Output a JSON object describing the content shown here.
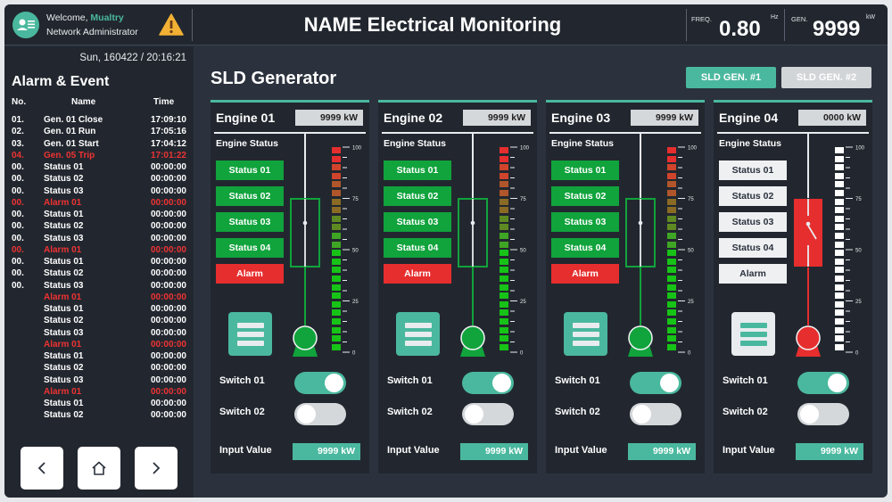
{
  "header": {
    "welcome_prefix": "Welcome,",
    "user_name": "Mualtry",
    "user_role": "Network Administrator",
    "title": "NAME Electrical Monitoring",
    "freq_label": "FREQ.",
    "freq_value": "0.80",
    "freq_unit": "Hz",
    "gen_label": "GEN.",
    "gen_value": "9999",
    "gen_unit": "kW"
  },
  "alarm_panel": {
    "datetime": "Sun, 160422 / 20:16:21",
    "title": "Alarm & Event",
    "col_no": "No.",
    "col_name": "Name",
    "col_time": "Time",
    "rows": [
      {
        "no": "01.",
        "name": "Gen. 01 Close",
        "time": "17:09:10",
        "alarm": false
      },
      {
        "no": "02.",
        "name": "Gen. 01 Run",
        "time": "17:05:16",
        "alarm": false
      },
      {
        "no": "03.",
        "name": "Gen. 01 Start",
        "time": "17:04:12",
        "alarm": false
      },
      {
        "no": "04.",
        "name": "Gen. 05 Trip",
        "time": "17:01:22",
        "alarm": true
      },
      {
        "no": "00.",
        "name": "Status 01",
        "time": "00:00:00",
        "alarm": false
      },
      {
        "no": "00.",
        "name": "Status 02",
        "time": "00:00:00",
        "alarm": false
      },
      {
        "no": "00.",
        "name": "Status 03",
        "time": "00:00:00",
        "alarm": false
      },
      {
        "no": "00.",
        "name": "Alarm 01",
        "time": "00:00:00",
        "alarm": true
      },
      {
        "no": "00.",
        "name": "Status 01",
        "time": "00:00:00",
        "alarm": false
      },
      {
        "no": "00.",
        "name": "Status 02",
        "time": "00:00:00",
        "alarm": false
      },
      {
        "no": "00.",
        "name": "Status 03",
        "time": "00:00:00",
        "alarm": false
      },
      {
        "no": "00.",
        "name": "Alarm 01",
        "time": "00:00:00",
        "alarm": true
      },
      {
        "no": "00.",
        "name": "Status 01",
        "time": "00:00:00",
        "alarm": false
      },
      {
        "no": "00.",
        "name": "Status 02",
        "time": "00:00:00",
        "alarm": false
      },
      {
        "no": "00.",
        "name": "Status 03",
        "time": "00:00:00",
        "alarm": false
      },
      {
        "no": "",
        "name": "Alarm 01",
        "time": "00:00:00",
        "alarm": true
      },
      {
        "no": "",
        "name": "Status 01",
        "time": "00:00:00",
        "alarm": false
      },
      {
        "no": "",
        "name": "Status 02",
        "time": "00:00:00",
        "alarm": false
      },
      {
        "no": "",
        "name": "Status 03",
        "time": "00:00:00",
        "alarm": false
      },
      {
        "no": "",
        "name": "Alarm 01",
        "time": "00:00:00",
        "alarm": true
      },
      {
        "no": "",
        "name": "Status 01",
        "time": "00:00:00",
        "alarm": false
      },
      {
        "no": "",
        "name": "Status 02",
        "time": "00:00:00",
        "alarm": false
      },
      {
        "no": "",
        "name": "Status 03",
        "time": "00:00:00",
        "alarm": false
      },
      {
        "no": "",
        "name": "Alarm 01",
        "time": "00:00:00",
        "alarm": true
      },
      {
        "no": "",
        "name": "Status 01",
        "time": "00:00:00",
        "alarm": false
      },
      {
        "no": "",
        "name": "Status 02",
        "time": "00:00:00",
        "alarm": false
      }
    ]
  },
  "nav": {
    "back_icon": "chevron-left-icon",
    "home_icon": "home-icon",
    "forward_icon": "chevron-right-icon"
  },
  "main": {
    "title": "SLD Generator",
    "tabs": [
      {
        "label": "SLD GEN. #1",
        "active": true
      },
      {
        "label": "SLD GEN. #2",
        "active": false
      }
    ]
  },
  "colors": {
    "accent": "#4ab89e",
    "status_on": "#11a33c",
    "alarm": "#e62e2e",
    "panel": "#22272f",
    "background": "#2b323d"
  },
  "engines": [
    {
      "title": "Engine 01",
      "power": "9999 kW",
      "status_label": "Engine Status",
      "status": [
        {
          "label": "Status 01",
          "active": true
        },
        {
          "label": "Status 02",
          "active": true
        },
        {
          "label": "Status 03",
          "active": true
        },
        {
          "label": "Status 04",
          "active": true
        }
      ],
      "alarm": {
        "label": "Alarm",
        "active": true
      },
      "breaker_closed": true,
      "generator_state": "running",
      "gauge_scale": [
        "100",
        "75",
        "50",
        "25",
        "0"
      ],
      "gauge_mode": "color",
      "switches": [
        {
          "label": "Switch 01",
          "on": true
        },
        {
          "label": "Switch 02",
          "on": false
        }
      ],
      "input_label": "Input Value",
      "input_value": "9999 kW"
    },
    {
      "title": "Engine 02",
      "power": "9999 kW",
      "status_label": "Engine Status",
      "status": [
        {
          "label": "Status 01",
          "active": true
        },
        {
          "label": "Status 02",
          "active": true
        },
        {
          "label": "Status 03",
          "active": true
        },
        {
          "label": "Status 04",
          "active": true
        }
      ],
      "alarm": {
        "label": "Alarm",
        "active": true
      },
      "breaker_closed": true,
      "generator_state": "running",
      "gauge_scale": [
        "100",
        "75",
        "50",
        "25",
        "0"
      ],
      "gauge_mode": "color",
      "switches": [
        {
          "label": "Switch 01",
          "on": true
        },
        {
          "label": "Switch 02",
          "on": false
        }
      ],
      "input_label": "Input Value",
      "input_value": "9999 kW"
    },
    {
      "title": "Engine 03",
      "power": "9999 kW",
      "status_label": "Engine Status",
      "status": [
        {
          "label": "Status 01",
          "active": true
        },
        {
          "label": "Status 02",
          "active": true
        },
        {
          "label": "Status 03",
          "active": true
        },
        {
          "label": "Status 04",
          "active": true
        }
      ],
      "alarm": {
        "label": "Alarm",
        "active": true
      },
      "breaker_closed": true,
      "generator_state": "running",
      "gauge_scale": [
        "100",
        "75",
        "50",
        "25",
        "0"
      ],
      "gauge_mode": "color",
      "switches": [
        {
          "label": "Switch 01",
          "on": true
        },
        {
          "label": "Switch 02",
          "on": false
        }
      ],
      "input_label": "Input Value",
      "input_value": "9999 kW"
    },
    {
      "title": "Engine 04",
      "power": "0000 kW",
      "status_label": "Engine Status",
      "status": [
        {
          "label": "Status 01",
          "active": false
        },
        {
          "label": "Status 02",
          "active": false
        },
        {
          "label": "Status 03",
          "active": false
        },
        {
          "label": "Status 04",
          "active": false
        }
      ],
      "alarm": {
        "label": "Alarm",
        "active": false
      },
      "breaker_closed": false,
      "generator_state": "stopped",
      "gauge_scale": [
        "100",
        "75",
        "50",
        "25",
        "0"
      ],
      "gauge_mode": "empty",
      "switches": [
        {
          "label": "Switch 01",
          "on": true
        },
        {
          "label": "Switch 02",
          "on": false
        }
      ],
      "input_label": "Input Value",
      "input_value": "9999 kW"
    }
  ]
}
